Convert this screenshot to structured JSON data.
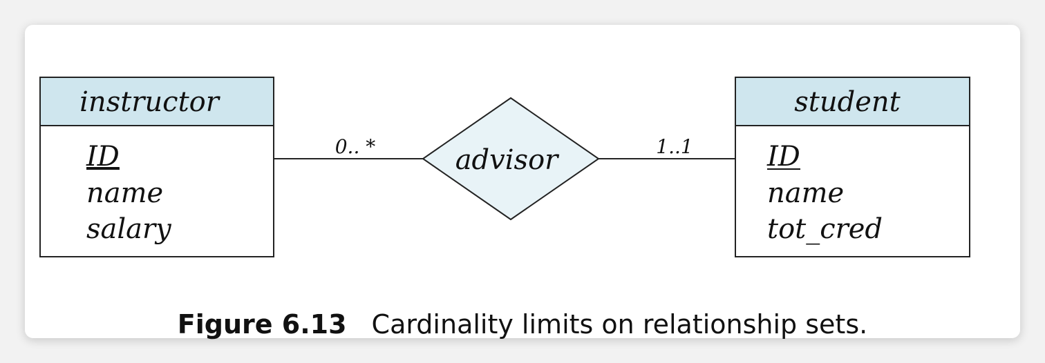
{
  "diagram": {
    "entities": {
      "instructor": {
        "name": "instructor",
        "attributes": [
          "ID",
          "name",
          "salary"
        ],
        "primary_key": "ID"
      },
      "student": {
        "name": "student",
        "attributes": [
          "ID",
          "name",
          "tot_cred"
        ],
        "primary_key": "ID"
      }
    },
    "relationship": {
      "name": "advisor",
      "left_cardinality": "0.. *",
      "right_cardinality": "1..1"
    }
  },
  "caption": {
    "number": "Figure 6.13",
    "text": "Cardinality limits on relationship sets."
  },
  "colors": {
    "entity_header": "#cfe6ee",
    "relationship_fill": "#e8f3f7",
    "stroke": "#222222"
  }
}
